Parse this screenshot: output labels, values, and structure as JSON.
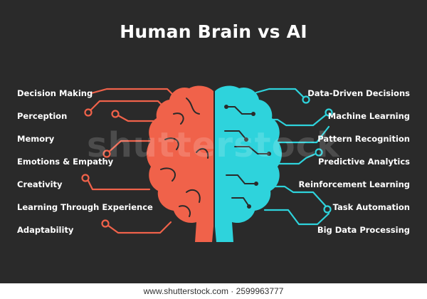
{
  "title": "Human Brain vs AI",
  "colors": {
    "background": "#2a2a2a",
    "human": "#f0624a",
    "ai": "#2ed3dc",
    "text": "#ffffff"
  },
  "human_traits": [
    "Decision Making",
    "Perception",
    "Memory",
    "Emotions & Empathy",
    "Creativity",
    "Learning Through Experience",
    "Adaptability"
  ],
  "ai_traits": [
    "Data-Driven Decisions",
    "Machine Learning",
    "Pattern Recognition",
    "Predictive Analytics",
    "Reinforcement Learning",
    "Task Automation",
    "Big Data Processing"
  ],
  "watermark": "shutterstock",
  "footer": "www.shutterstock.com · 2599963777"
}
